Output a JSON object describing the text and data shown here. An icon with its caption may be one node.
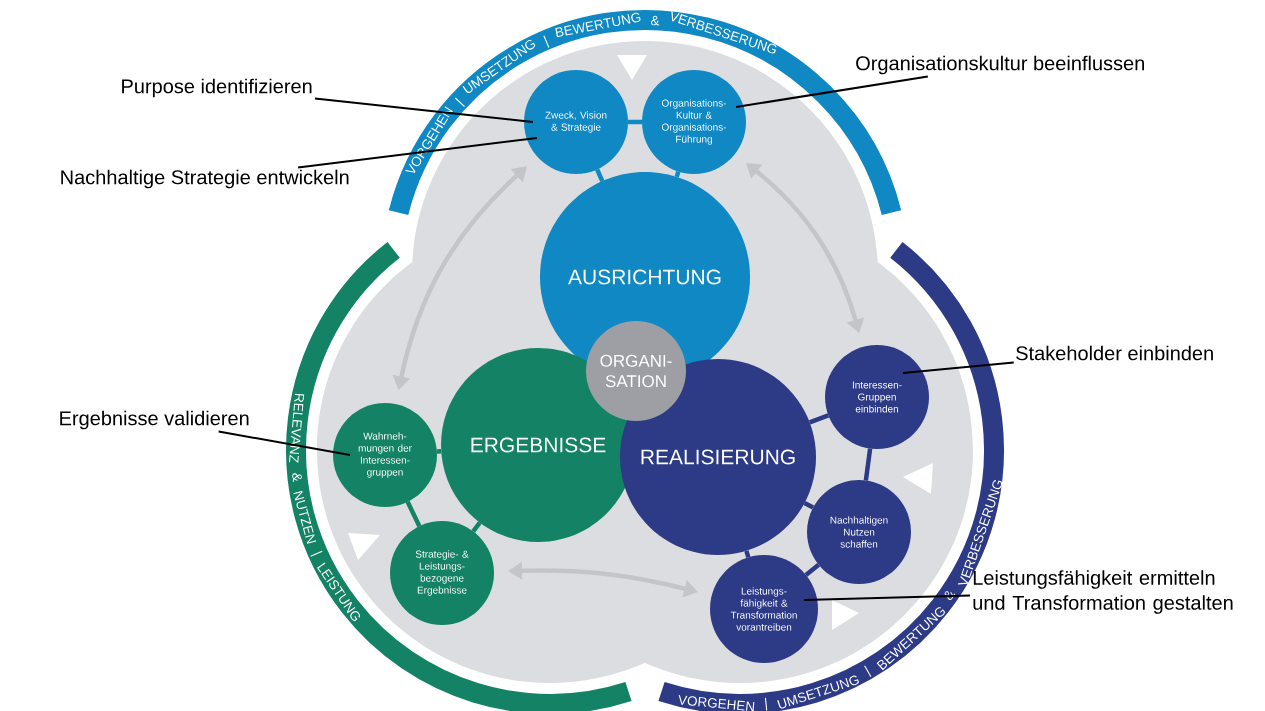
{
  "diagram": {
    "nodes": [
      {
        "text": [
          "AUSRICHTUNG"
        ]
      },
      {
        "text": [
          "Zweck, Vision & Strategie"
        ]
      },
      {
        "text": [
          "Organisations-Kultur & Organisations-Führung"
        ]
      },
      {
        "text": [
          "ERGEBNISSE"
        ]
      },
      {
        "text": [
          "Wahrneh-mungen der Interessen-gruppen"
        ]
      },
      {
        "text": [
          "Strategie- & Leistungs-bezogene Ergebnisse"
        ]
      },
      {
        "text": [
          "REALISIERUNG"
        ]
      },
      {
        "text": [
          "Interessen-Gruppen einbinden"
        ]
      },
      {
        "text": [
          "Nachhaltigen Nutzen schaffen"
        ]
      },
      {
        "text": [
          "Leistungs-fähigkeit & Transformation vorantreiben"
        ]
      },
      {
        "text": [
          "ORGANI-SATION"
        ]
      },
      {
        "text": [
          "Purpose identifizieren"
        ]
      },
      {
        "text": [
          "Nachhaltige Strategie entwickeln"
        ]
      },
      {
        "text": [
          "Organisationskultur beeinflussen"
        ]
      },
      {
        "text": [
          "Stakeholder einbinden"
        ]
      },
      {
        "text": [
          "Ergebnisse validieren"
        ]
      },
      {
        "text": [
          "Leistungsfähigkeit ermitteln und Transformation gestalten"
        ]
      }
    ],
    "edges": [
      {
        "from": 1,
        "to": 0,
        "arrow": "none",
        "color": "#0f88c3"
      },
      {
        "from": 2,
        "to": 0,
        "arrow": "none",
        "color": "#0f88c3"
      },
      {
        "from": 1,
        "to": 2,
        "arrow": "none",
        "color": "#0f88c3"
      },
      {
        "from": 4,
        "to": 3,
        "arrow": "none",
        "color": "#148365"
      },
      {
        "from": 5,
        "to": 3,
        "arrow": "none",
        "color": "#148365"
      },
      {
        "from": 4,
        "to": 5,
        "arrow": "none",
        "color": "#148365"
      },
      {
        "from": 7,
        "to": 6,
        "arrow": "none",
        "color": "#2d3a86"
      },
      {
        "from": 8,
        "to": 6,
        "arrow": "none",
        "color": "#2d3a86"
      },
      {
        "from": 9,
        "to": 6,
        "arrow": "none",
        "color": "#2d3a86"
      },
      {
        "from": 7,
        "to": 8,
        "arrow": "none",
        "color": "#2d3a86"
      },
      {
        "from": 8,
        "to": 9,
        "arrow": "none",
        "color": "#2d3a86"
      },
      {
        "from": 1,
        "to": 4,
        "arrow": "both",
        "color": "#c3c5ca"
      },
      {
        "from": 2,
        "to": 7,
        "arrow": "both",
        "color": "#c3c5ca"
      },
      {
        "from": 5,
        "to": 9,
        "arrow": "both",
        "color": "#c3c5ca"
      },
      {
        "from": 11,
        "to": 1,
        "arrow": "none"
      },
      {
        "from": 12,
        "to": 1,
        "arrow": "none"
      },
      {
        "from": 13,
        "to": 2,
        "arrow": "none"
      },
      {
        "from": 14,
        "to": 7,
        "arrow": "none"
      },
      {
        "from": 15,
        "to": 4,
        "arrow": "none"
      },
      {
        "from": 16,
        "to": 9,
        "arrow": "none"
      }
    ],
    "labels": [
      "VORGEHEN | UMSETZUNG | BEWERTUNG & VERBESSERUNG",
      "RELEVANZ & NUTZEN | LEISTUNG",
      "VORGEHEN | UMSETZUNG | BEWERTUNG & VERBESSERUNG"
    ]
  }
}
